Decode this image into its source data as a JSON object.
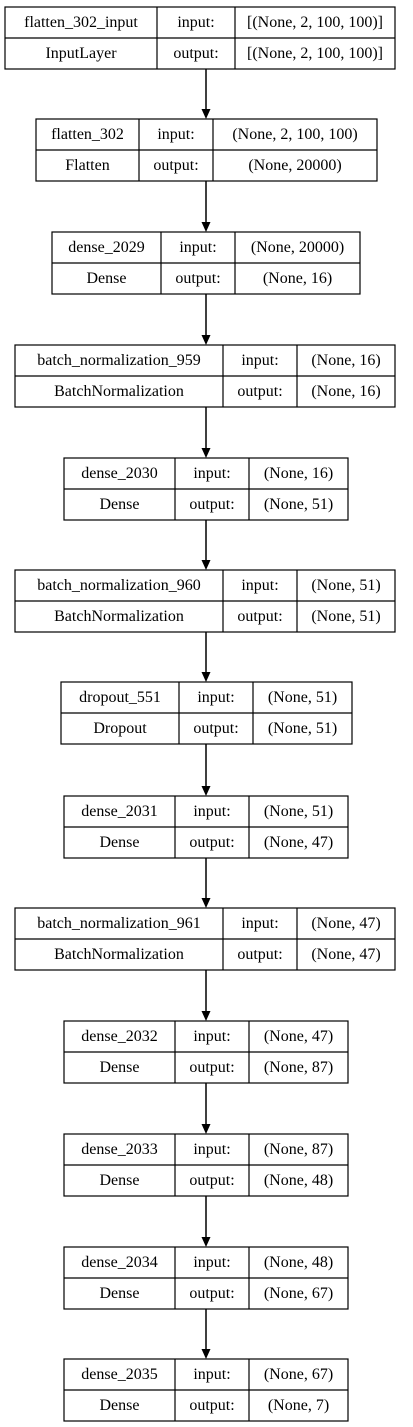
{
  "diagram": {
    "nodes": [
      {
        "name": "flatten_302_input",
        "type": "InputLayer",
        "input_label": "input:",
        "output_label": "output:",
        "input_shape": "[(None, 2, 100, 100)]",
        "output_shape": "[(None, 2, 100, 100)]"
      },
      {
        "name": "flatten_302",
        "type": "Flatten",
        "input_label": "input:",
        "output_label": "output:",
        "input_shape": "(None, 2, 100, 100)",
        "output_shape": "(None, 20000)"
      },
      {
        "name": "dense_2029",
        "type": "Dense",
        "input_label": "input:",
        "output_label": "output:",
        "input_shape": "(None, 20000)",
        "output_shape": "(None, 16)"
      },
      {
        "name": "batch_normalization_959",
        "type": "BatchNormalization",
        "input_label": "input:",
        "output_label": "output:",
        "input_shape": "(None, 16)",
        "output_shape": "(None, 16)"
      },
      {
        "name": "dense_2030",
        "type": "Dense",
        "input_label": "input:",
        "output_label": "output:",
        "input_shape": "(None, 16)",
        "output_shape": "(None, 51)"
      },
      {
        "name": "batch_normalization_960",
        "type": "BatchNormalization",
        "input_label": "input:",
        "output_label": "output:",
        "input_shape": "(None, 51)",
        "output_shape": "(None, 51)"
      },
      {
        "name": "dropout_551",
        "type": "Dropout",
        "input_label": "input:",
        "output_label": "output:",
        "input_shape": "(None, 51)",
        "output_shape": "(None, 51)"
      },
      {
        "name": "dense_2031",
        "type": "Dense",
        "input_label": "input:",
        "output_label": "output:",
        "input_shape": "(None, 51)",
        "output_shape": "(None, 47)"
      },
      {
        "name": "batch_normalization_961",
        "type": "BatchNormalization",
        "input_label": "input:",
        "output_label": "output:",
        "input_shape": "(None, 47)",
        "output_shape": "(None, 47)"
      },
      {
        "name": "dense_2032",
        "type": "Dense",
        "input_label": "input:",
        "output_label": "output:",
        "input_shape": "(None, 47)",
        "output_shape": "(None, 87)"
      },
      {
        "name": "dense_2033",
        "type": "Dense",
        "input_label": "input:",
        "output_label": "output:",
        "input_shape": "(None, 87)",
        "output_shape": "(None, 48)"
      },
      {
        "name": "dense_2034",
        "type": "Dense",
        "input_label": "input:",
        "output_label": "output:",
        "input_shape": "(None, 48)",
        "output_shape": "(None, 67)"
      },
      {
        "name": "dense_2035",
        "type": "Dense",
        "input_label": "input:",
        "output_label": "output:",
        "input_shape": "(None, 67)",
        "output_shape": "(None, 7)"
      }
    ],
    "edges": [
      [
        0,
        1
      ],
      [
        1,
        2
      ],
      [
        2,
        3
      ],
      [
        3,
        4
      ],
      [
        4,
        5
      ],
      [
        5,
        6
      ],
      [
        6,
        7
      ],
      [
        7,
        8
      ],
      [
        8,
        9
      ],
      [
        9,
        10
      ],
      [
        10,
        11
      ],
      [
        11,
        12
      ]
    ]
  }
}
